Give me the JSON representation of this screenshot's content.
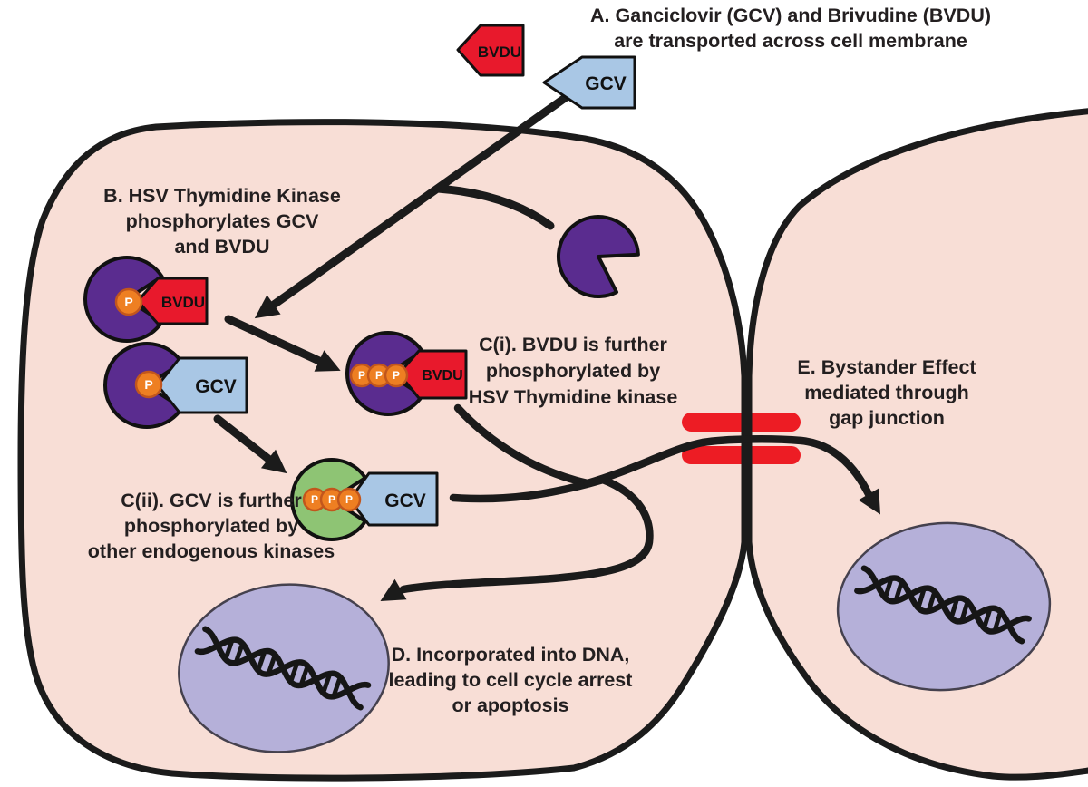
{
  "figure": {
    "type": "pathway-diagram",
    "description_visible": false
  },
  "colors": {
    "background": "#ffffff",
    "cell_fill": "#f8ded6",
    "membrane_black": "#1b1b1b",
    "bvdu_red": "#e8192c",
    "gcv_blue": "#a9c7e5",
    "kinase_purple": "#5a2c8f",
    "endogenous_kinase_green": "#8ec474",
    "phosphate_orange": "#ee7f22",
    "phosphate_ring": "#c2561c",
    "nucleus_lavender": "#b5b0d9",
    "gap_junction_red": "#ed1c24",
    "text_dark": "#231f20"
  },
  "labels": {
    "a": [
      "A. Ganciclovir (GCV) and Brivudine (BVDU)",
      "are transported across cell membrane"
    ],
    "b": [
      "B. HSV Thymidine Kinase",
      "phosphorylates GCV",
      "and BVDU"
    ],
    "c1": [
      "C(i). BVDU is further",
      "phosphorylated by",
      "HSV Thymidine kinase"
    ],
    "c2": [
      "C(ii). GCV is further",
      "phosphorylated by",
      "other endogenous kinases"
    ],
    "d": [
      "D. Incorporated into DNA,",
      "leading to cell cycle arrest",
      "or apoptosis"
    ],
    "e": [
      "E. Bystander Effect",
      "mediated through",
      "gap junction"
    ]
  },
  "molecules": {
    "bvdu": "BVDU",
    "gcv": "GCV",
    "phosphate": "P"
  }
}
